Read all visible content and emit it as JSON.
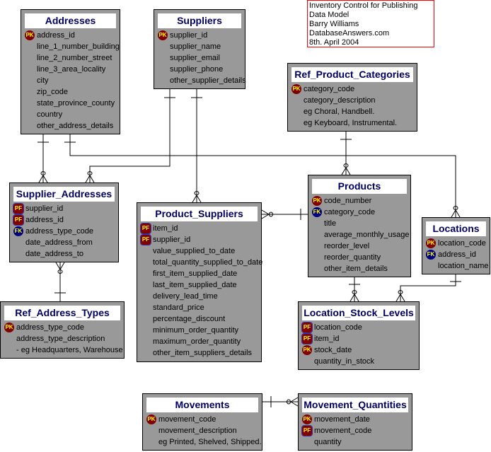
{
  "note": {
    "lines": [
      "Inventory Control for Publishing",
      "Data Model",
      "Barry Williams",
      "DatabaseAnswers.com",
      "8th. April 2004"
    ]
  },
  "entities": [
    {
      "id": "addresses",
      "name": "Addresses",
      "attrs": [
        {
          "key": "PK",
          "name": "address_id"
        },
        {
          "key": "",
          "name": "line_1_number_building"
        },
        {
          "key": "",
          "name": "line_2_number_street"
        },
        {
          "key": "",
          "name": "line_3_area_locality"
        },
        {
          "key": "",
          "name": "city"
        },
        {
          "key": "",
          "name": "zip_code"
        },
        {
          "key": "",
          "name": "state_province_county"
        },
        {
          "key": "",
          "name": "country"
        },
        {
          "key": "",
          "name": "other_address_details"
        }
      ]
    },
    {
      "id": "suppliers",
      "name": "Suppliers",
      "attrs": [
        {
          "key": "PK",
          "name": "supplier_id"
        },
        {
          "key": "",
          "name": "supplier_name"
        },
        {
          "key": "",
          "name": "supplier_email"
        },
        {
          "key": "",
          "name": "supplier_phone"
        },
        {
          "key": "",
          "name": "other_supplier_details"
        }
      ]
    },
    {
      "id": "ref_product_categories",
      "name": "Ref_Product_Categories",
      "attrs": [
        {
          "key": "PK",
          "name": "category_code"
        },
        {
          "key": "",
          "name": "category_description"
        },
        {
          "key": "",
          "name": "eg Choral, Handbell."
        },
        {
          "key": "",
          "name": "eg Keyboard, Instrumental."
        }
      ]
    },
    {
      "id": "supplier_addresses",
      "name": "Supplier_Addresses",
      "attrs": [
        {
          "key": "PF",
          "name": "supplier_id"
        },
        {
          "key": "PF",
          "name": "address_id"
        },
        {
          "key": "FK",
          "name": "address_type_code"
        },
        {
          "key": "",
          "name": "date_address_from"
        },
        {
          "key": "",
          "name": "date_address_to"
        }
      ]
    },
    {
      "id": "product_suppliers",
      "name": "Product_Suppliers",
      "attrs": [
        {
          "key": "PF",
          "name": "item_id"
        },
        {
          "key": "PF",
          "name": "supplier_id"
        },
        {
          "key": "",
          "name": "value_supplied_to_date"
        },
        {
          "key": "",
          "name": "total_quantity_supplied_to_date"
        },
        {
          "key": "",
          "name": "first_item_supplied_date"
        },
        {
          "key": "",
          "name": "last_item_supplied_date"
        },
        {
          "key": "",
          "name": "delivery_lead_time"
        },
        {
          "key": "",
          "name": "standard_price"
        },
        {
          "key": "",
          "name": "percentage_discount"
        },
        {
          "key": "",
          "name": "minimum_order_quantity"
        },
        {
          "key": "",
          "name": "maximum_order_quantity"
        },
        {
          "key": "",
          "name": "other_item_suppliers_details"
        }
      ]
    },
    {
      "id": "products",
      "name": "Products",
      "attrs": [
        {
          "key": "PK",
          "name": "code_number"
        },
        {
          "key": "FK",
          "name": "category_code"
        },
        {
          "key": "",
          "name": "title"
        },
        {
          "key": "",
          "name": "average_monthly_usage"
        },
        {
          "key": "",
          "name": "reorder_level"
        },
        {
          "key": "",
          "name": "reorder_quantity"
        },
        {
          "key": "",
          "name": "other_item_details"
        }
      ]
    },
    {
      "id": "locations",
      "name": "Locations",
      "attrs": [
        {
          "key": "PK",
          "name": "location_code"
        },
        {
          "key": "FK",
          "name": "address_id"
        },
        {
          "key": "",
          "name": "location_name"
        }
      ]
    },
    {
      "id": "ref_address_types",
      "name": "Ref_Address_Types",
      "attrs": [
        {
          "key": "PK",
          "name": "address_type_code"
        },
        {
          "key": "",
          "name": "address_type_description"
        },
        {
          "key": "",
          "name": "- eg Headquarters, Warehouse"
        }
      ]
    },
    {
      "id": "location_stock_levels",
      "name": "Location_Stock_Levels",
      "attrs": [
        {
          "key": "PF",
          "name": "location_code"
        },
        {
          "key": "PF",
          "name": "item_id"
        },
        {
          "key": "PK",
          "name": "stock_date"
        },
        {
          "key": "",
          "name": "quantity_in_stock"
        }
      ]
    },
    {
      "id": "movements",
      "name": "Movements",
      "attrs": [
        {
          "key": "PK",
          "name": "movement_code"
        },
        {
          "key": "",
          "name": "movement_description"
        },
        {
          "key": "",
          "name": "eg Printed, Shelved, Shipped."
        }
      ]
    },
    {
      "id": "movement_quantities",
      "name": "Movement_Quantities",
      "attrs": [
        {
          "key": "PK",
          "name": "movement_date"
        },
        {
          "key": "PF",
          "name": "movement_code"
        },
        {
          "key": "",
          "name": "quantity"
        }
      ]
    }
  ]
}
